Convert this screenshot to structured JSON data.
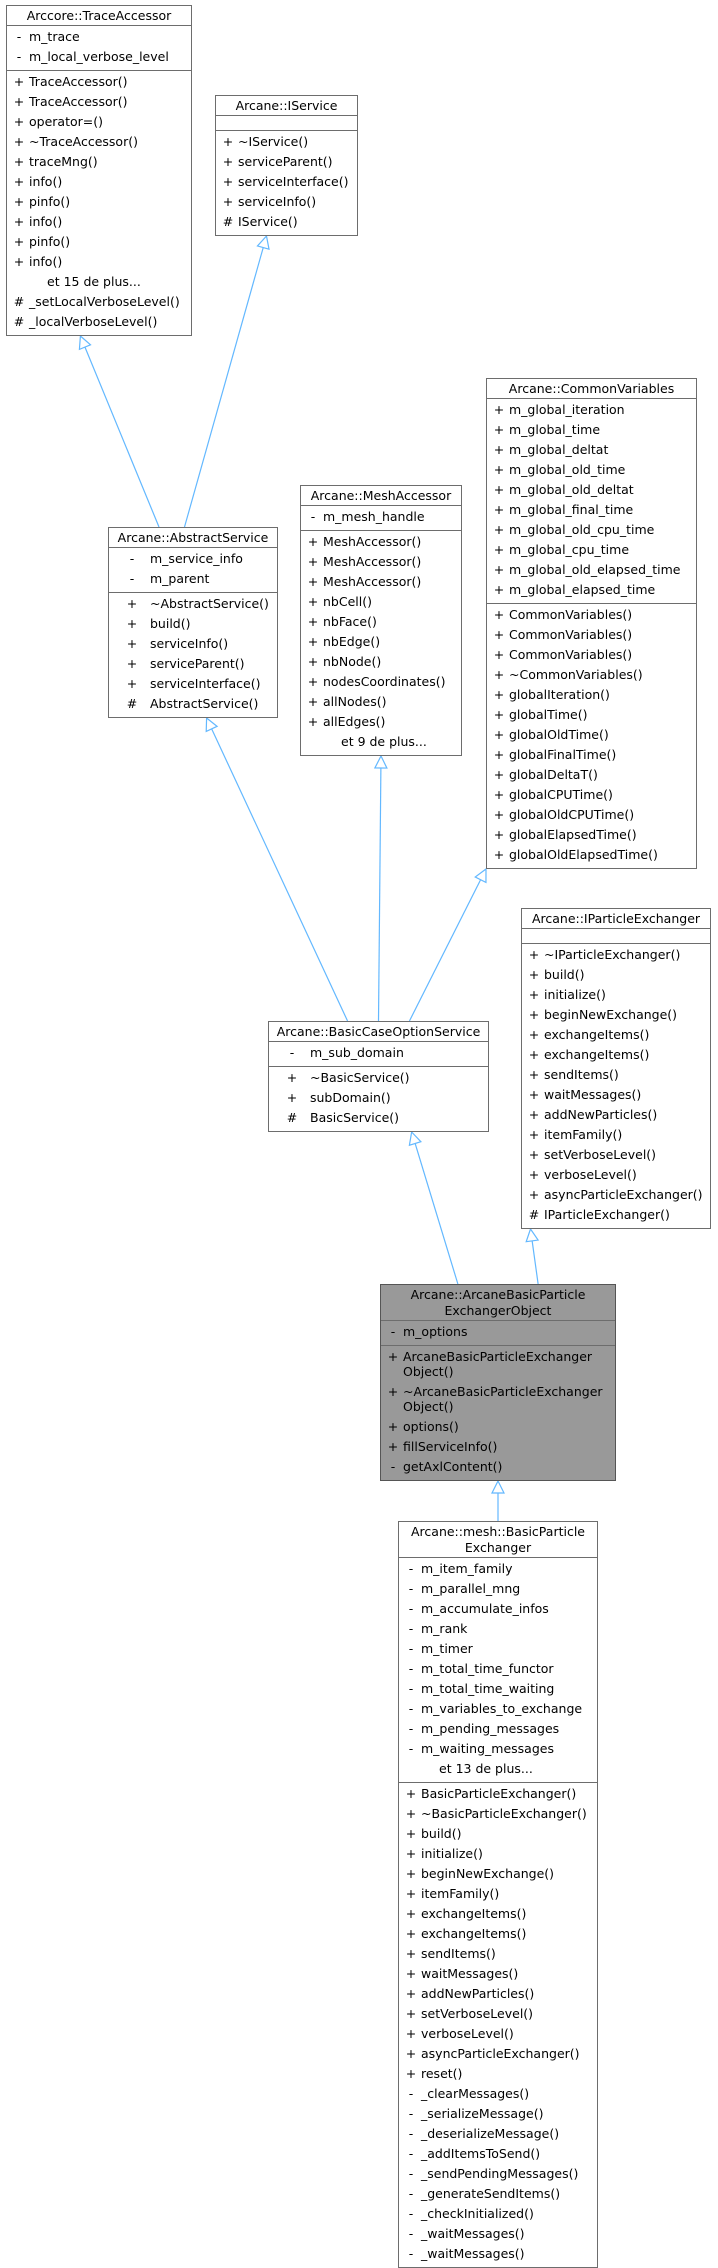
{
  "diagram": {
    "nodes": [
      {
        "id": "trace_accessor",
        "title": "Arccore::TraceAccessor",
        "attributes": [
          {
            "v": "-",
            "n": "m_trace"
          },
          {
            "v": "-",
            "n": "m_local_verbose_level"
          }
        ],
        "operations": [
          {
            "v": "+",
            "n": "TraceAccessor()"
          },
          {
            "v": "+",
            "n": "TraceAccessor()"
          },
          {
            "v": "+",
            "n": "operator=()"
          },
          {
            "v": "+",
            "n": "~TraceAccessor()"
          },
          {
            "v": "+",
            "n": "traceMng()"
          },
          {
            "v": "+",
            "n": "info()"
          },
          {
            "v": "+",
            "n": "pinfo()"
          },
          {
            "v": "+",
            "n": "info()"
          },
          {
            "v": "+",
            "n": "pinfo()"
          },
          {
            "v": "+",
            "n": "info()"
          },
          {
            "v": "",
            "n": "et 15 de plus..."
          },
          {
            "v": "#",
            "n": "_setLocalVerboseLevel()"
          },
          {
            "v": "#",
            "n": "_localVerboseLevel()"
          }
        ]
      },
      {
        "id": "iservice",
        "title": "Arcane::IService",
        "attributes": [],
        "operations": [
          {
            "v": "+",
            "n": "~IService()"
          },
          {
            "v": "+",
            "n": "serviceParent()"
          },
          {
            "v": "+",
            "n": "serviceInterface()"
          },
          {
            "v": "+",
            "n": "serviceInfo()"
          },
          {
            "v": "#",
            "n": "IService()"
          }
        ]
      },
      {
        "id": "common_variables",
        "title": "Arcane::CommonVariables",
        "attributes": [
          {
            "v": "+",
            "n": "m_global_iteration"
          },
          {
            "v": "+",
            "n": "m_global_time"
          },
          {
            "v": "+",
            "n": "m_global_deltat"
          },
          {
            "v": "+",
            "n": "m_global_old_time"
          },
          {
            "v": "+",
            "n": "m_global_old_deltat"
          },
          {
            "v": "+",
            "n": "m_global_final_time"
          },
          {
            "v": "+",
            "n": "m_global_old_cpu_time"
          },
          {
            "v": "+",
            "n": "m_global_cpu_time"
          },
          {
            "v": "+",
            "n": "m_global_old_elapsed_time"
          },
          {
            "v": "+",
            "n": "m_global_elapsed_time"
          }
        ],
        "operations": [
          {
            "v": "+",
            "n": "CommonVariables()"
          },
          {
            "v": "+",
            "n": "CommonVariables()"
          },
          {
            "v": "+",
            "n": "CommonVariables()"
          },
          {
            "v": "+",
            "n": "~CommonVariables()"
          },
          {
            "v": "+",
            "n": "globalIteration()"
          },
          {
            "v": "+",
            "n": "globalTime()"
          },
          {
            "v": "+",
            "n": "globalOldTime()"
          },
          {
            "v": "+",
            "n": "globalFinalTime()"
          },
          {
            "v": "+",
            "n": "globalDeltaT()"
          },
          {
            "v": "+",
            "n": "globalCPUTime()"
          },
          {
            "v": "+",
            "n": "globalOldCPUTime()"
          },
          {
            "v": "+",
            "n": "globalElapsedTime()"
          },
          {
            "v": "+",
            "n": "globalOldElapsedTime()"
          }
        ]
      },
      {
        "id": "abstract_service",
        "title": "Arcane::AbstractService",
        "attributes": [
          {
            "v": "-",
            "n": "m_service_info"
          },
          {
            "v": "-",
            "n": "m_parent"
          }
        ],
        "operations": [
          {
            "v": "+",
            "n": "~AbstractService()"
          },
          {
            "v": "+",
            "n": "build()"
          },
          {
            "v": "+",
            "n": "serviceInfo()"
          },
          {
            "v": "+",
            "n": "serviceParent()"
          },
          {
            "v": "+",
            "n": "serviceInterface()"
          },
          {
            "v": "#",
            "n": "AbstractService()"
          }
        ]
      },
      {
        "id": "mesh_accessor",
        "title": "Arcane::MeshAccessor",
        "attributes": [
          {
            "v": "-",
            "n": "m_mesh_handle"
          }
        ],
        "operations": [
          {
            "v": "+",
            "n": "MeshAccessor()"
          },
          {
            "v": "+",
            "n": "MeshAccessor()"
          },
          {
            "v": "+",
            "n": "MeshAccessor()"
          },
          {
            "v": "+",
            "n": "nbCell()"
          },
          {
            "v": "+",
            "n": "nbFace()"
          },
          {
            "v": "+",
            "n": "nbEdge()"
          },
          {
            "v": "+",
            "n": "nbNode()"
          },
          {
            "v": "+",
            "n": "nodesCoordinates()"
          },
          {
            "v": "+",
            "n": "allNodes()"
          },
          {
            "v": "+",
            "n": "allEdges()"
          },
          {
            "v": "",
            "n": "et 9 de plus..."
          }
        ]
      },
      {
        "id": "iparticle_exchanger",
        "title": "Arcane::IParticleExchanger",
        "attributes": [],
        "operations": [
          {
            "v": "+",
            "n": "~IParticleExchanger()"
          },
          {
            "v": "+",
            "n": "build()"
          },
          {
            "v": "+",
            "n": "initialize()"
          },
          {
            "v": "+",
            "n": "beginNewExchange()"
          },
          {
            "v": "+",
            "n": "exchangeItems()"
          },
          {
            "v": "+",
            "n": "exchangeItems()"
          },
          {
            "v": "+",
            "n": "sendItems()"
          },
          {
            "v": "+",
            "n": "waitMessages()"
          },
          {
            "v": "+",
            "n": "addNewParticles()"
          },
          {
            "v": "+",
            "n": "itemFamily()"
          },
          {
            "v": "+",
            "n": "setVerboseLevel()"
          },
          {
            "v": "+",
            "n": "verboseLevel()"
          },
          {
            "v": "+",
            "n": "asyncParticleExchanger()"
          },
          {
            "v": "#",
            "n": "IParticleExchanger()"
          }
        ]
      },
      {
        "id": "basic_case_option_service",
        "title": "Arcane::BasicCaseOptionService",
        "attributes": [
          {
            "v": "-",
            "n": "m_sub_domain"
          }
        ],
        "operations": [
          {
            "v": "+",
            "n": "~BasicService()"
          },
          {
            "v": "+",
            "n": "subDomain()"
          },
          {
            "v": "#",
            "n": "BasicService()"
          }
        ]
      },
      {
        "id": "arcane_basic_particle_exchanger_object",
        "title": "Arcane::ArcaneBasicParticle\nExchangerObject",
        "attributes": [
          {
            "v": "-",
            "n": "m_options"
          }
        ],
        "operations": [
          {
            "v": "+",
            "n": "ArcaneBasicParticleExchanger\nObject()"
          },
          {
            "v": "+",
            "n": "~ArcaneBasicParticleExchanger\nObject()"
          },
          {
            "v": "+",
            "n": "options()"
          },
          {
            "v": "+",
            "n": "fillServiceInfo()"
          },
          {
            "v": "-",
            "n": "getAxlContent()"
          }
        ]
      },
      {
        "id": "basic_particle_exchanger",
        "title": "Arcane::mesh::BasicParticle\nExchanger",
        "attributes": [
          {
            "v": "-",
            "n": "m_item_family"
          },
          {
            "v": "-",
            "n": "m_parallel_mng"
          },
          {
            "v": "-",
            "n": "m_accumulate_infos"
          },
          {
            "v": "-",
            "n": "m_rank"
          },
          {
            "v": "-",
            "n": "m_timer"
          },
          {
            "v": "-",
            "n": "m_total_time_functor"
          },
          {
            "v": "-",
            "n": "m_total_time_waiting"
          },
          {
            "v": "-",
            "n": "m_variables_to_exchange"
          },
          {
            "v": "-",
            "n": "m_pending_messages"
          },
          {
            "v": "-",
            "n": "m_waiting_messages"
          },
          {
            "v": "",
            "n": "et 13 de plus..."
          }
        ],
        "operations": [
          {
            "v": "+",
            "n": "BasicParticleExchanger()"
          },
          {
            "v": "+",
            "n": "~BasicParticleExchanger()"
          },
          {
            "v": "+",
            "n": "build()"
          },
          {
            "v": "+",
            "n": "initialize()"
          },
          {
            "v": "+",
            "n": "beginNewExchange()"
          },
          {
            "v": "+",
            "n": "itemFamily()"
          },
          {
            "v": "+",
            "n": "exchangeItems()"
          },
          {
            "v": "+",
            "n": "exchangeItems()"
          },
          {
            "v": "+",
            "n": "sendItems()"
          },
          {
            "v": "+",
            "n": "waitMessages()"
          },
          {
            "v": "+",
            "n": "addNewParticles()"
          },
          {
            "v": "+",
            "n": "setVerboseLevel()"
          },
          {
            "v": "+",
            "n": "verboseLevel()"
          },
          {
            "v": "+",
            "n": "asyncParticleExchanger()"
          },
          {
            "v": "+",
            "n": "reset()"
          },
          {
            "v": "-",
            "n": "_clearMessages()"
          },
          {
            "v": "-",
            "n": "_serializeMessage()"
          },
          {
            "v": "-",
            "n": "_deserializeMessage()"
          },
          {
            "v": "-",
            "n": "_addItemsToSend()"
          },
          {
            "v": "-",
            "n": "_sendPendingMessages()"
          },
          {
            "v": "-",
            "n": "_generateSendItems()"
          },
          {
            "v": "-",
            "n": "_checkInitialized()"
          },
          {
            "v": "-",
            "n": "_waitMessages()"
          },
          {
            "v": "-",
            "n": "_waitMessages()"
          }
        ]
      }
    ],
    "edges": [
      {
        "from": "abstract_service",
        "to": "trace_accessor"
      },
      {
        "from": "abstract_service",
        "to": "iservice"
      },
      {
        "from": "basic_case_option_service",
        "to": "abstract_service"
      },
      {
        "from": "basic_case_option_service",
        "to": "mesh_accessor"
      },
      {
        "from": "basic_case_option_service",
        "to": "common_variables"
      },
      {
        "from": "arcane_basic_particle_exchanger_object",
        "to": "basic_case_option_service"
      },
      {
        "from": "arcane_basic_particle_exchanger_object",
        "to": "iparticle_exchanger"
      },
      {
        "from": "basic_particle_exchanger",
        "to": "arcane_basic_particle_exchanger_object"
      }
    ],
    "edge_color": "#63b8ff",
    "current_node_color": "#999999"
  }
}
